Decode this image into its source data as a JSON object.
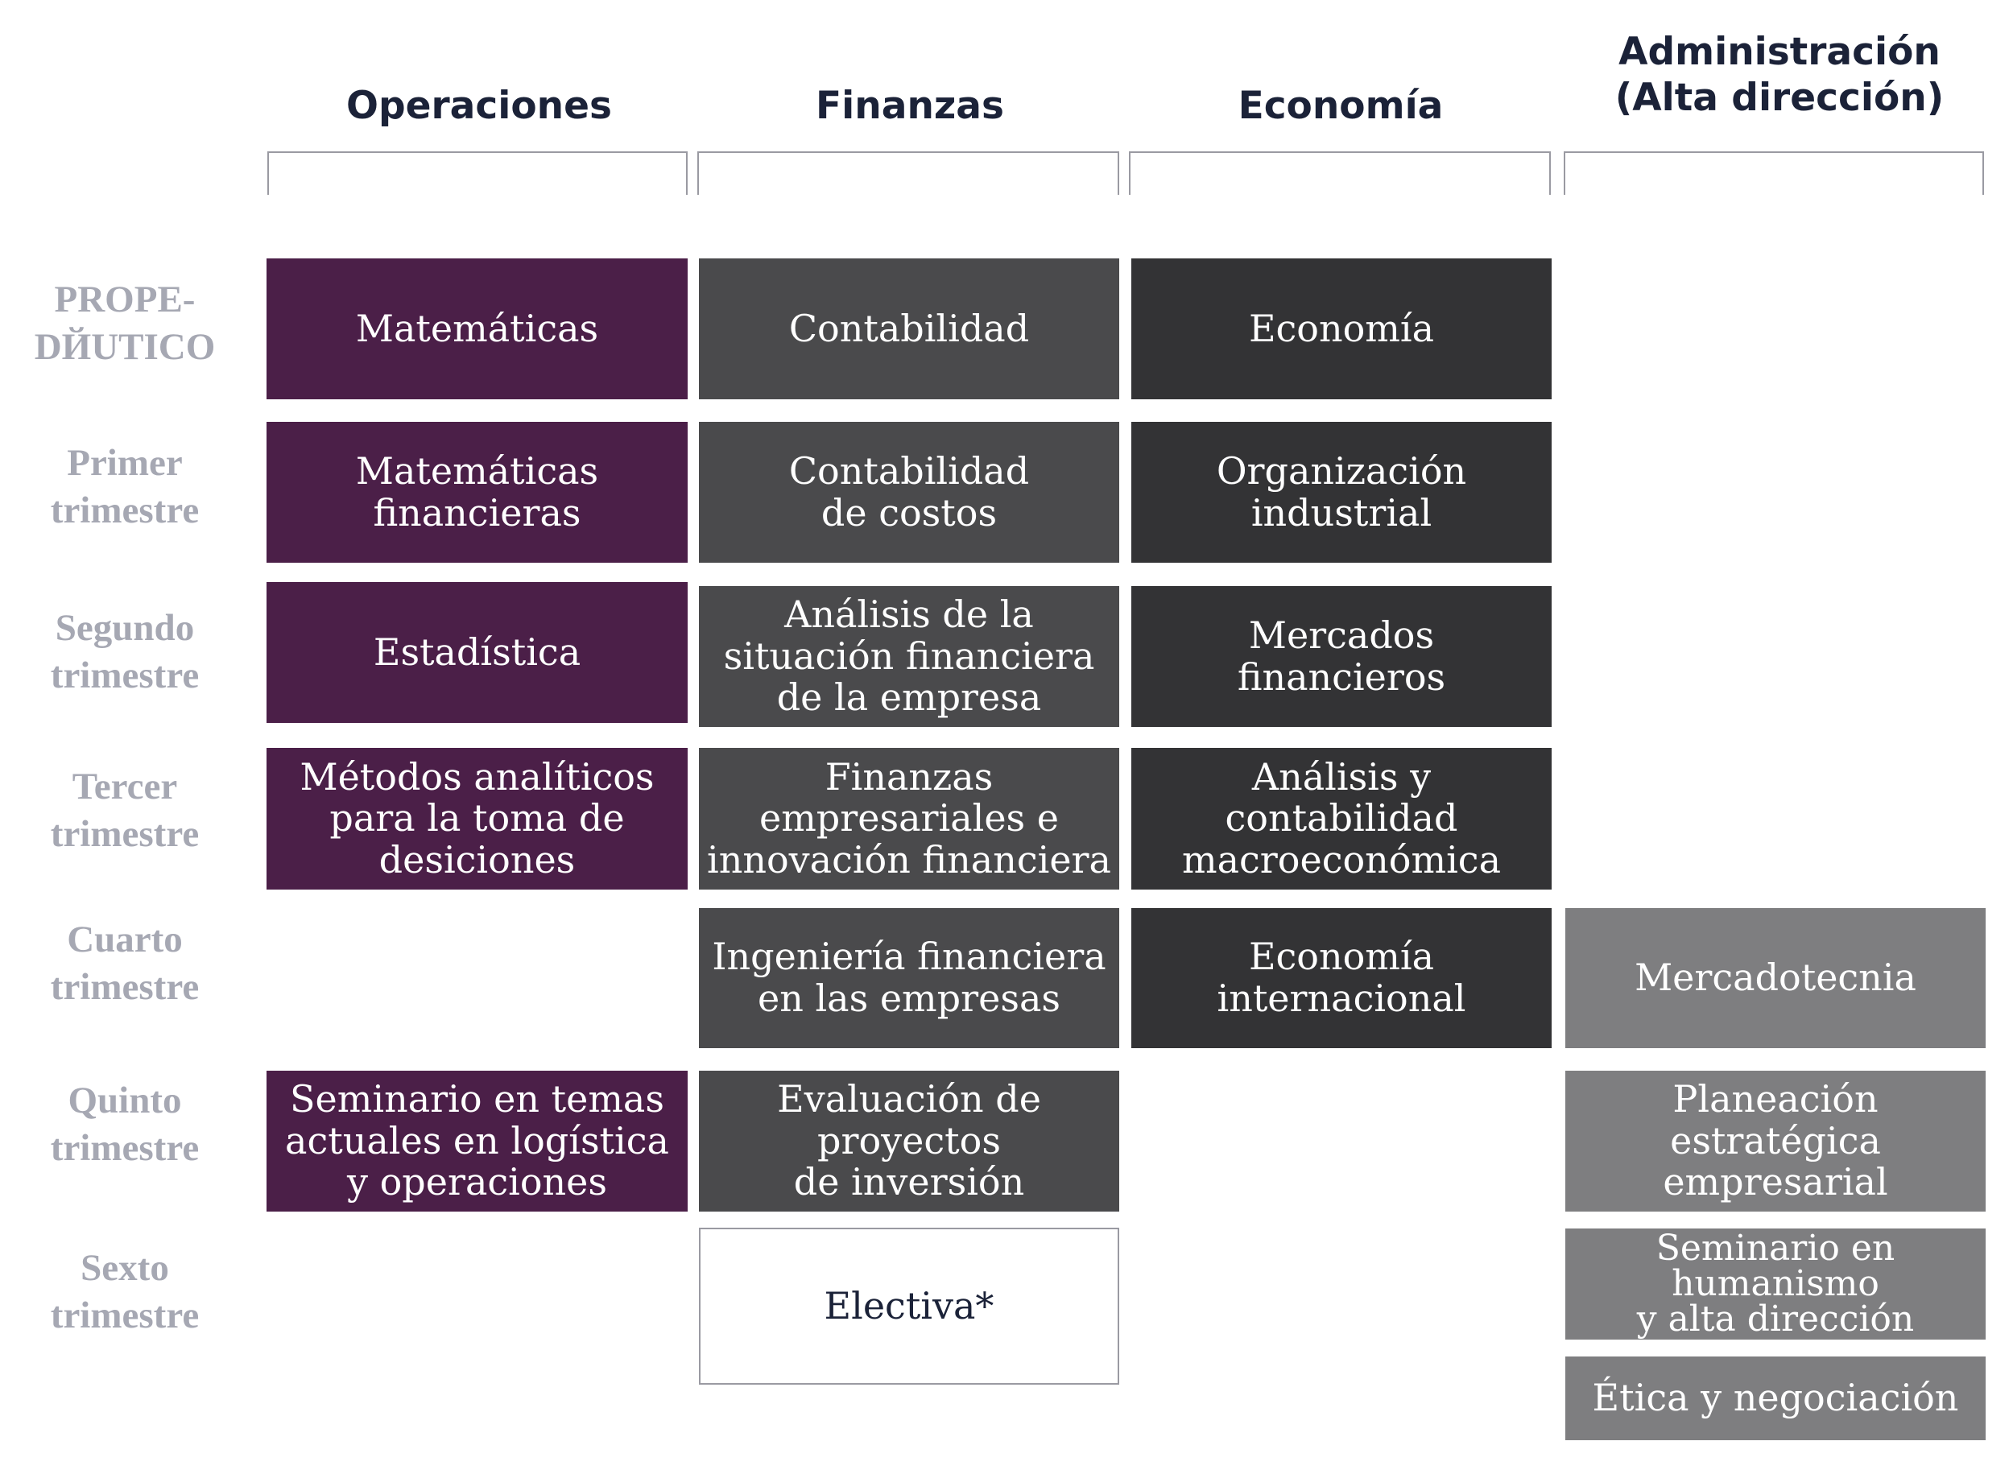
{
  "columns": [
    {
      "label": "Operaciones"
    },
    {
      "label": "Finanzas"
    },
    {
      "label": "Economía"
    },
    {
      "label": "Administración\n(Alta dirección)"
    }
  ],
  "rows": [
    {
      "label": "PROPE-\nDЙUTICO"
    },
    {
      "label": "Primer\ntrimestre"
    },
    {
      "label": "Segundo\ntrimestre"
    },
    {
      "label": "Tercer\ntrimestre"
    },
    {
      "label": "Cuarto\ntrimestre"
    },
    {
      "label": "Quinto\ntrimestre"
    },
    {
      "label": "Sexto\ntrimestre"
    }
  ],
  "courses": {
    "operaciones": [
      "Matemáticas",
      "Matemáticas\nfinancieras",
      "Estadística",
      "Métodos analíticos\npara la toma de\ndesiciones",
      "Seminario en temas\nactuales en logística\ny operaciones"
    ],
    "finanzas": [
      "Contabilidad",
      "Contabilidad\nde costos",
      "Análisis de la\nsituación financiera\nde la empresa",
      "Finanzas\nempresariales e\ninnovación financiera",
      "Ingeniería financiera\nen las empresas",
      "Evaluación de\nproyectos\nde inversión",
      "Electiva*"
    ],
    "economia": [
      "Economía",
      "Organización\nindustrial",
      "Mercados\nfinancieros",
      "Análisis y\ncontabilidad\nmacroeconómica",
      "Economía\ninternacional"
    ],
    "administracion": [
      "Mercadotecnia",
      "Planeación\nestratégica\nempresarial",
      "Seminario en\nhumanismo\ny alta dirección",
      "Ética y negociación"
    ]
  },
  "colors": {
    "operaciones": "#4b1f48",
    "finanzas": "#4a4a4c",
    "economia": "#333335",
    "administracion": "#7e7e80",
    "header_text": "#1b2238",
    "row_label_text": "#a6a8b3"
  }
}
